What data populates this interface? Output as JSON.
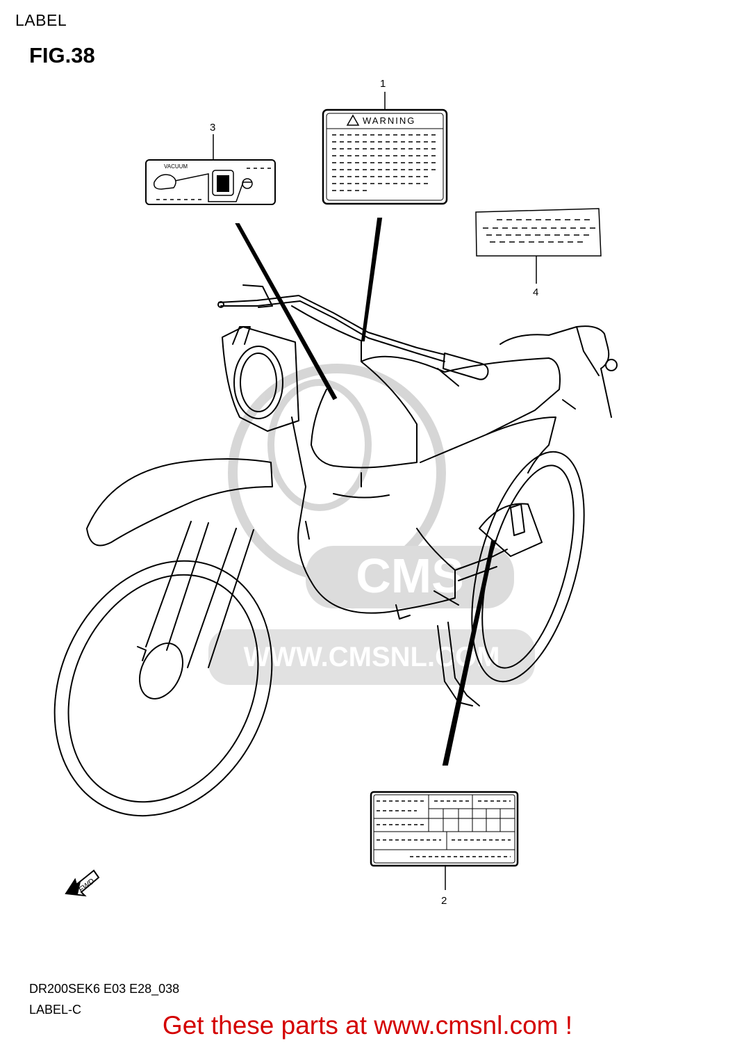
{
  "header": {
    "section": "LABEL",
    "figure": "FIG.38"
  },
  "callouts": [
    "1",
    "2",
    "3",
    "4"
  ],
  "labels": {
    "warning_title": "WARNING",
    "vacuum_text": "VACUUM",
    "fwd_text": "FWD"
  },
  "watermark": {
    "brand": "CMS",
    "url": "WWW.CMSNL.COM"
  },
  "footer": {
    "code": "DR200SEK6 E03 E28_038",
    "sub": "LABEL-C",
    "cta": "Get these parts at www.cmsnl.com !"
  },
  "colors": {
    "cta": "#d40000",
    "line": "#000000",
    "watermark": "#cccccc"
  }
}
